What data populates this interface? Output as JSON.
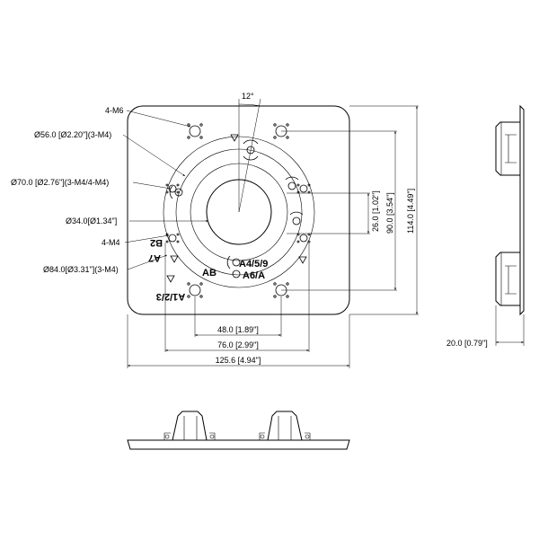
{
  "colors": {
    "line": "#000000",
    "background": "#ffffff"
  },
  "top_view": {
    "angle_label": "12°",
    "callouts": {
      "m6": "4-M6",
      "d56": "Ø56.0 [Ø2.20\"](3-M4)",
      "d70": "Ø70.0 [Ø2.76\"](3-M4/4-M4)",
      "d34": "Ø34.0[Ø1.34\"]",
      "m4": "4-M4",
      "d84": "Ø84.0[Ø3.31\"](3-M4)"
    },
    "hole_labels": {
      "b2": "B2",
      "a7": "A7",
      "a123": "A1/2/3",
      "ab": "AB",
      "a459": "A4/5/9",
      "a6a": "A6/A"
    },
    "dims": {
      "d48": "48.0 [1.89\"]",
      "d76": "76.0 [2.99\"]",
      "d125": "125.6 [4.94\"]",
      "d26": "26.0 [1.02\"]",
      "d90": "90.0 [3.54\"]",
      "d114": "114.0 [4.49\"]"
    }
  },
  "side_view": {
    "thickness": "20.0 [0.79\"]"
  }
}
